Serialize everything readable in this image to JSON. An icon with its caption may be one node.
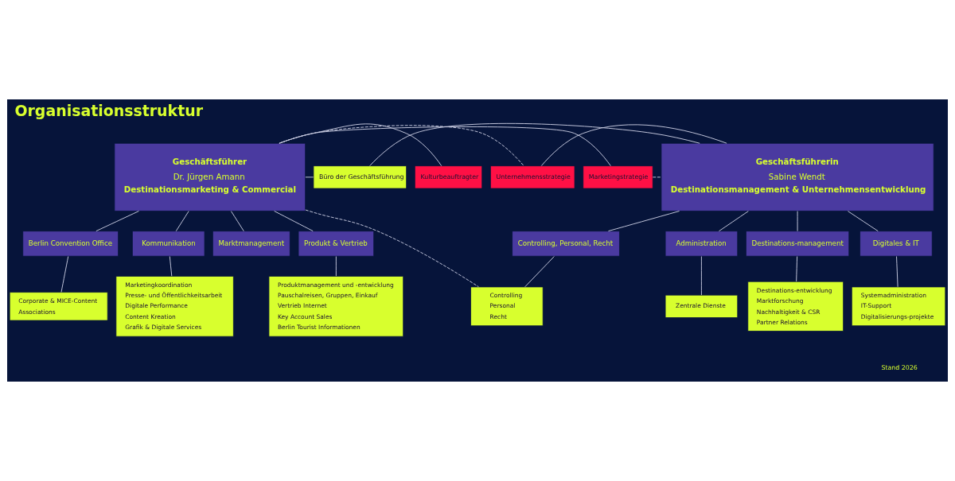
{
  "diagram": {
    "title": "Organisationsstruktur",
    "nodes": [
      {
        "text": [
          "Geschäftsführer",
          "Dr. Jürgen Amann",
          "Destinationsmarketing & Commercial"
        ]
      },
      {
        "text": [
          "Geschäftsführerin",
          "Sabine Wendt",
          "Destinationsmanagement & Unternehmensentwicklung"
        ]
      },
      {
        "text": [
          "Marketingstrategie"
        ]
      },
      {
        "text": [
          "Unternehmensstrategie"
        ]
      },
      {
        "text": [
          "Kulturbeauftragter"
        ]
      },
      {
        "text": [
          "Büro der Geschäftsführung"
        ]
      },
      {
        "text": [
          "Berlin Convention Office"
        ]
      },
      {
        "text": [
          "Kommunikation"
        ]
      },
      {
        "text": [
          "Marktmanagement"
        ]
      },
      {
        "text": [
          "Produkt & Vertrieb"
        ]
      },
      {
        "text": [
          "Controlling, Personal, Recht"
        ]
      },
      {
        "text": [
          "Administration"
        ]
      },
      {
        "text": [
          "Destinations-management"
        ]
      },
      {
        "text": [
          "Digitales & IT"
        ]
      },
      {
        "text": [
          "Corporate & MICE-Content",
          "Associations"
        ]
      },
      {
        "text": [
          "Marketingkoordination",
          "Presse- und Öffentlichkeitsarbeit",
          "Digitale Performance",
          "Content Kreation",
          "Grafik & Digitale Services"
        ]
      },
      {
        "text": [
          "Produktmanagement und -entwicklung",
          "Pauschalreisen, Gruppen, Einkauf",
          "Vertrieb Internet",
          "Key Account Sales",
          "Berlin Tourist Informationen"
        ]
      },
      {
        "text": [
          "Controlling",
          "Personal",
          "Recht"
        ]
      },
      {
        "text": [
          "Zentrale Dienste"
        ]
      },
      {
        "text": [
          "Destinations-entwicklung",
          "Marktforschung",
          "Nachhaltigkeit & CSR",
          "Partner Relations"
        ]
      },
      {
        "text": [
          "Systemadministration",
          "IT-Support",
          "Digitalisierungs-projekte"
        ]
      }
    ],
    "edges": [
      {
        "from": 0,
        "to": 2,
        "arrow": "none"
      },
      {
        "from": 2,
        "to": 1,
        "arrow": "none",
        "style": "dashed"
      },
      {
        "from": 0,
        "to": 3,
        "arrow": "none",
        "style": "dashed"
      },
      {
        "from": 3,
        "to": 1,
        "arrow": "none"
      },
      {
        "from": 0,
        "to": 4,
        "arrow": "none"
      },
      {
        "from": 0,
        "to": 5,
        "arrow": "none"
      },
      {
        "from": 5,
        "to": 1,
        "arrow": "none"
      },
      {
        "from": 0,
        "to": 6,
        "arrow": "none"
      },
      {
        "from": 0,
        "to": 7,
        "arrow": "none"
      },
      {
        "from": 0,
        "to": 8,
        "arrow": "none"
      },
      {
        "from": 0,
        "to": 9,
        "arrow": "none"
      },
      {
        "from": 0,
        "to": 17,
        "arrow": "none",
        "style": "dashed"
      },
      {
        "from": 1,
        "to": 10,
        "arrow": "none"
      },
      {
        "from": 1,
        "to": 11,
        "arrow": "none"
      },
      {
        "from": 1,
        "to": 12,
        "arrow": "none"
      },
      {
        "from": 1,
        "to": 13,
        "arrow": "none"
      },
      {
        "from": 6,
        "to": 14,
        "arrow": "none"
      },
      {
        "from": 7,
        "to": 15,
        "arrow": "none"
      },
      {
        "from": 9,
        "to": 16,
        "arrow": "none"
      },
      {
        "from": 10,
        "to": 17,
        "arrow": "none"
      },
      {
        "from": 11,
        "to": 18,
        "arrow": "none"
      },
      {
        "from": 12,
        "to": 19,
        "arrow": "none"
      },
      {
        "from": 13,
        "to": 20,
        "arrow": "none"
      }
    ],
    "labels": [
      "Stand 2026"
    ]
  }
}
